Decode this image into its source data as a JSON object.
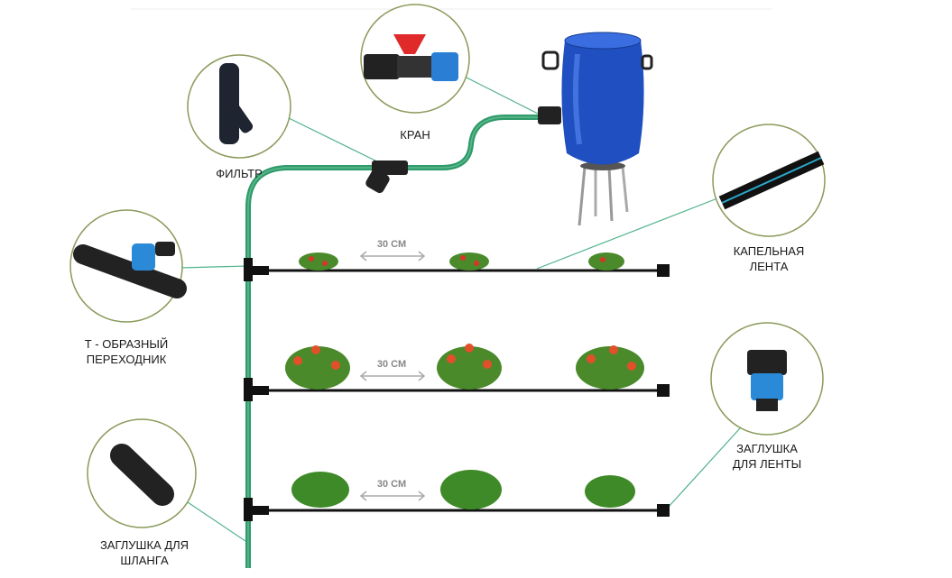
{
  "labels": {
    "filter": "ФИЛЬТР",
    "tap": "КРАН",
    "tape_1": "КАПЕЛЬНАЯ",
    "tape_2": "ЛЕНТА",
    "tee_1": "Т - ОБРАЗНЫЙ",
    "tee_2": "ПЕРЕХОДНИК",
    "tape_plug_1": "ЗАГЛУШКА",
    "tape_plug_2": "ДЛЯ ЛЕНТЫ",
    "hose_plug_1": "ЗАГЛУШКА ДЛЯ",
    "hose_plug_2": "ШЛАНГА"
  },
  "rows": [
    {
      "spacing": "30 СМ"
    },
    {
      "spacing": "30 СМ"
    },
    {
      "spacing": "30 СМ"
    }
  ],
  "colors": {
    "hose": "#2f9a6a",
    "tape": "#111111",
    "leader": "#4fb38a",
    "barrel": "#1f4fc0"
  }
}
